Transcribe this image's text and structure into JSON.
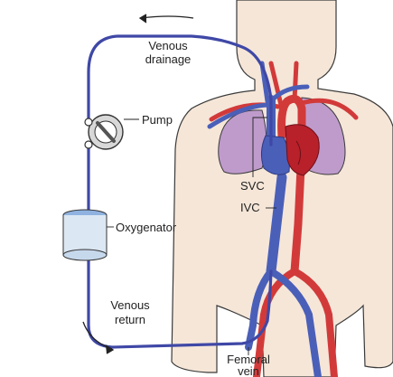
{
  "labels": {
    "venous_drainage_line1": "Venous",
    "venous_drainage_line2": "drainage",
    "pump": "Pump",
    "svc": "SVC",
    "oxygenator": "Oxygenator",
    "ivc": "IVC",
    "venous_return_line1": "Venous",
    "venous_return_line2": "return",
    "femoral_vein_line1": "Femoral",
    "femoral_vein_line2": "vein"
  },
  "colors": {
    "skin": "#f5e6d8",
    "outline": "#3a3a3a",
    "vein_blue": "#4a5fb8",
    "artery_red": "#d23a3a",
    "lung": "#bf9bcc",
    "heart": "#b8202a",
    "circuit": "#3f48a6",
    "oxygenator_fill": "#dbe7f3",
    "oxygenator_liquid": "#8fb2e0"
  },
  "icons": [
    "pump-icon",
    "oxygenator-icon",
    "flow-arrow-icon"
  ]
}
